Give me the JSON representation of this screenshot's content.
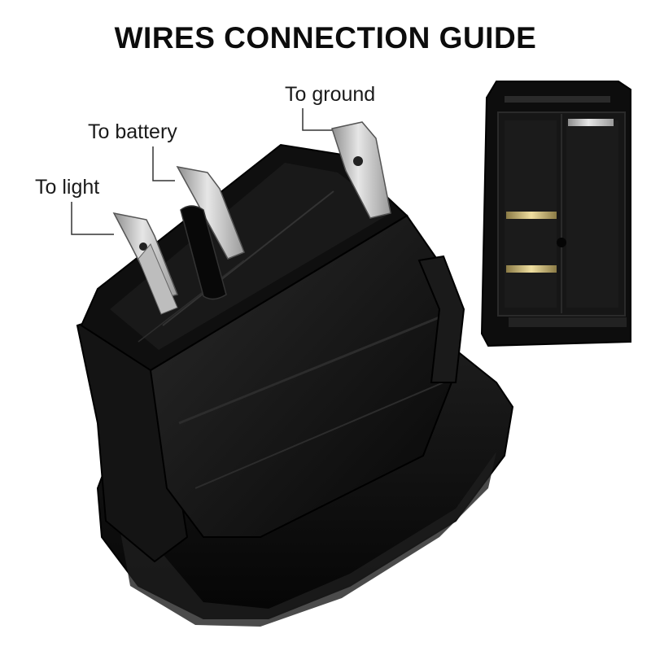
{
  "title": "WIRES CONNECTION GUIDE",
  "labels": {
    "ground": "To ground",
    "battery": "To battery",
    "light": "To light"
  },
  "colors": {
    "background": "#ffffff",
    "switch_body": "#111111",
    "terminal_metal": "#c9c9c9",
    "indicator_strip": "#d9c27a"
  }
}
